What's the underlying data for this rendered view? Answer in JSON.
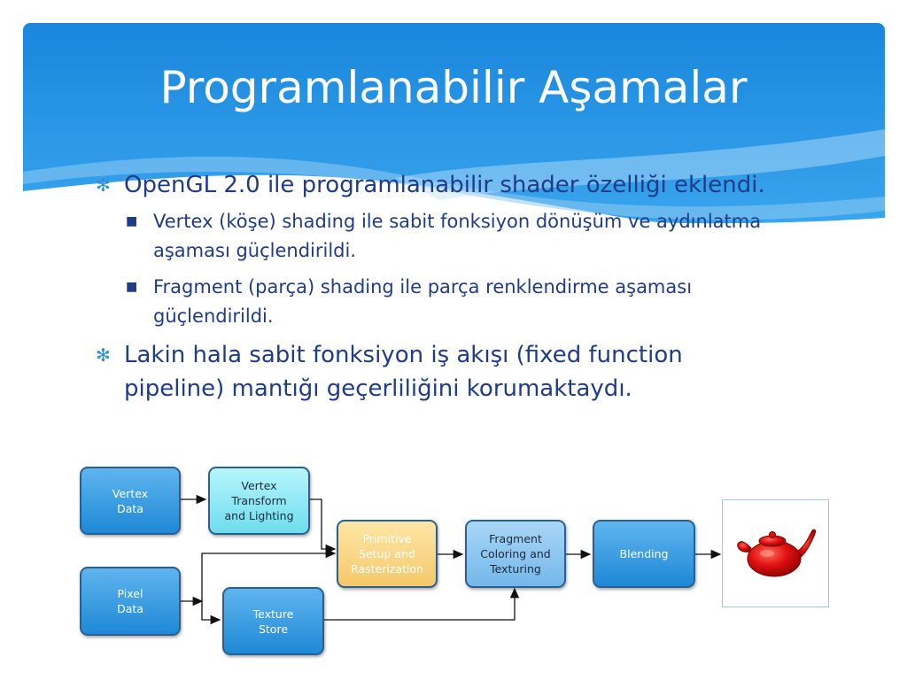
{
  "slide": {
    "title": "Programlanabilir Aşamalar",
    "bullets": [
      {
        "text": "OpenGL 2.0 ile programlanabilir shader özelliği eklendi.",
        "subitems": [
          "Vertex (köşe) shading ile sabit fonksiyon dönüşüm ve aydınlatma aşaması güçlendirildi.",
          "Fragment (parça) shading ile parça renklendirme aşaması güçlendirildi."
        ]
      },
      {
        "text": "Lakin hala sabit fonksiyon iş akışı (fixed function pipeline) mantığı geçerliliğini korumaktaydı."
      }
    ],
    "bullet_symbol": "✻",
    "subbullet_symbol": "■"
  },
  "diagram": {
    "nodes": {
      "vertex_data": "Vertex\nData",
      "pixel_data": "Pixel\nData",
      "vertex_transform": "Vertex\nTransform\nand Lighting",
      "texture_store": "Texture\nStore",
      "primitive_setup": "Primitive\nSetup and\nRasterization",
      "fragment_coloring": "Fragment\nColoring and\nTexturing",
      "blending": "Blending"
    },
    "output_image": "teapot-render",
    "colors": {
      "header_blue": "#1f8fe0",
      "title_text": "#ffffff",
      "body_text": "#1f3c88",
      "node_blue": "#2d95dd",
      "node_cyan": "#8fe8f2",
      "node_yellow": "#f7d184",
      "node_light_blue": "#8ec8ef",
      "teapot": "#e01010"
    }
  }
}
